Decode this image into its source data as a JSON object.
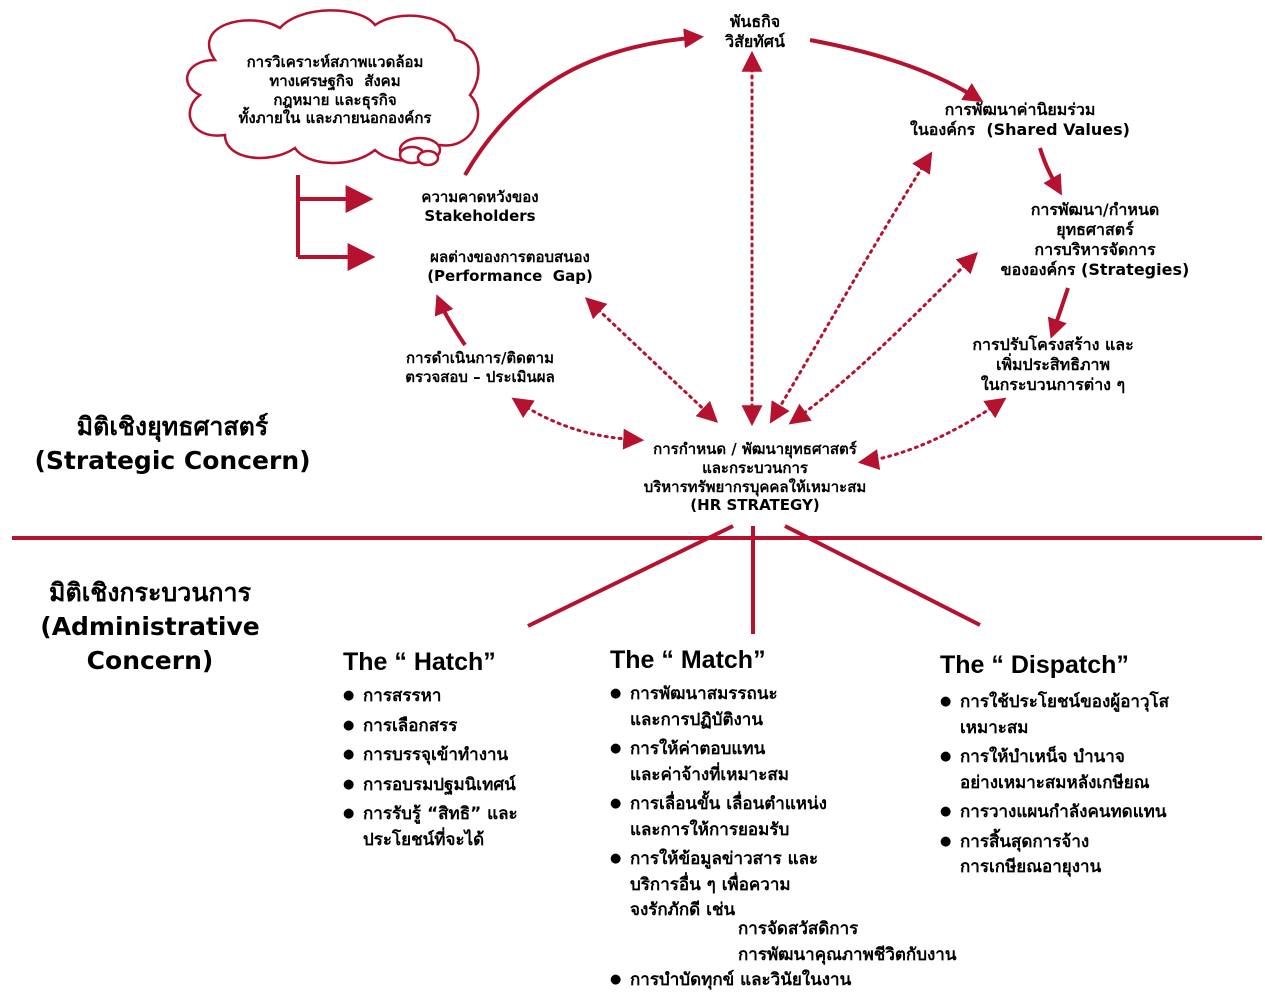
{
  "colors": {
    "accent": "#b5122f"
  },
  "cloud": {
    "text": "การวิเคราะห์สภาพแวดล้อม\nทางเศรษฐกิจ  สังคม\nกฎหมาย และธุรกิจ\nทั้งภายใน และภายนอกองค์กร"
  },
  "nodes": {
    "mission": "พันธกิจ\nวิสัยทัศน์",
    "shared_values": "การพัฒนาค่านิยมร่วม\nในองค์กร  (Shared Values)",
    "strategies": "การพัฒนา/กำหนด\nยุทธศาสตร์\nการบริหารจัดการ\nขององค์กร (Strategies)",
    "restructure": "การปรับโครงสร้าง และ\nเพิ่มประสิทธิภาพ\nในกระบวนการต่าง ๆ",
    "stakeholders": "ความคาดหวังของ\nStakeholders",
    "performance_gap": "ผลต่างของการตอบสนอง\n(Performance  Gap)",
    "monitoring": "การดำเนินการ/ติดตาม\nตรวจสอบ – ประเมินผล",
    "hr_strategy": "การกำหนด / พัฒนายุทธศาสตร์\nและกระบวนการ\nบริหารทรัพยากรบุคคลให้เหมาะสม\n(HR STRATEGY)"
  },
  "dimensions": {
    "strategic": "มิติเชิงยุทธศาสตร์\n(Strategic Concern)",
    "administrative": "มิติเชิงกระบวนการ\n(Administrative\nConcern)"
  },
  "columns": {
    "hatch": {
      "title": "The “ Hatch”",
      "items": [
        "การสรรหา",
        "การเลือกสรร",
        "การบรรจุเข้าทำงาน",
        "การอบรมปฐมนิเทศน์",
        "การรับรู้ “สิทธิ” และ\nประโยชน์ที่จะได้"
      ]
    },
    "match": {
      "title": "The “ Match”",
      "items": [
        "การพัฒนาสมรรถนะ\nและการปฏิบัติงาน",
        "การให้ค่าตอบแทน\nและค่าจ้างที่เหมาะสม",
        "การเลื่อนขั้น เลื่อนตำแหน่ง\nและการให้การยอมรับ",
        "การให้ข้อมูลข่าวสาร และ\nบริการอื่น ๆ เพื่อความ\nจงรักภักดี เช่น"
      ],
      "sub_items": [
        "การจัดสวัสดิการ",
        "การพัฒนาคุณภาพชีวิตกับงาน"
      ],
      "last_item": "การบำบัดทุกข์ และวินัยในงาน"
    },
    "dispatch": {
      "title": "The “ Dispatch”",
      "items": [
        "การใช้ประโยชน์ของผู้อาวุโส\nเหมาะสม",
        "การให้บำเหน็จ บำนาจ\nอย่างเหมาะสมหลังเกษียณ",
        "การวางแผนกำลังคนทดแทน",
        "การสิ้นสุดการจ้าง\nการเกษียณอายุงาน"
      ]
    }
  }
}
